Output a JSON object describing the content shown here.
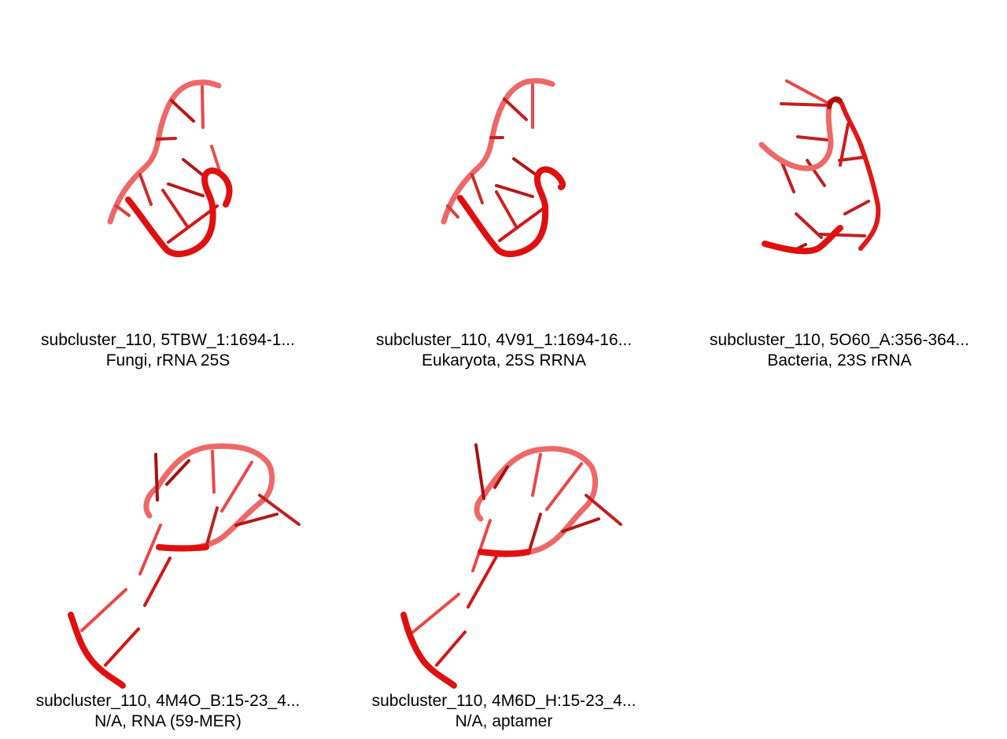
{
  "colors": {
    "strand_light": "#ef6060",
    "strand_bright": "#e01010",
    "base_dark": "#a81010"
  },
  "panels": [
    {
      "title": "subcluster_110, 5TBW_1:1694-1...",
      "subtitle": "Fungi, rRNA 25S"
    },
    {
      "title": "subcluster_110, 4V91_1:1694-16...",
      "subtitle": "Eukaryota, 25S RRNA"
    },
    {
      "title": "subcluster_110, 5O60_A:356-364...",
      "subtitle": "Bacteria, 23S rRNA"
    },
    {
      "title": "subcluster_110, 4M4O_B:15-23_4...",
      "subtitle": "N/A, RNA (59-MER)"
    },
    {
      "title": "subcluster_110, 4M6D_H:15-23_4...",
      "subtitle": "N/A, aptamer"
    }
  ]
}
